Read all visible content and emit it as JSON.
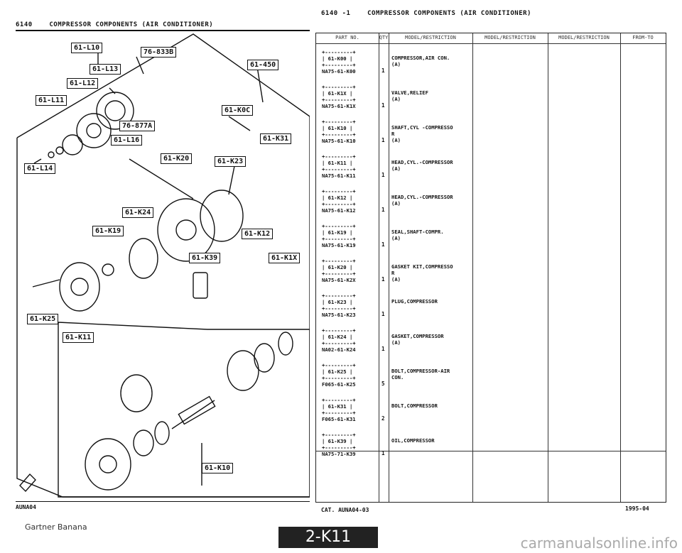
{
  "left_header": {
    "code": "6140",
    "title": "COMPRESSOR COMPONENTS (AIR CONDITIONER)"
  },
  "right_header": {
    "code": "6140 -1",
    "title": "COMPRESSOR COMPONENTS (AIR CONDITIONER)"
  },
  "table_headers": [
    "PART NO.",
    "QTY",
    "MODEL/RESTRICTION",
    "MODEL/RESTRICTION",
    "MODEL/RESTRICTION",
    "FROM-TO"
  ],
  "callouts": [
    "61-L10",
    "76-833B",
    "61-L13",
    "61-L12",
    "61-L11",
    "61-450",
    "76-877A",
    "61-L16",
    "61-K0C",
    "61-L14",
    "61-K31",
    "61-K20",
    "61-K23",
    "61-K24",
    "61-K19",
    "61-K12",
    "61-K39",
    "61-K1X",
    "61-K25",
    "61-K11",
    "61-K10"
  ],
  "parts": [
    {
      "box": "61-K00",
      "pn": "NA75-61-K00",
      "qty": "1",
      "desc": "COMPRESSOR,AIR CON.\n(A)"
    },
    {
      "box": "61-K1X",
      "pn": "NA75-61-K1X",
      "qty": "1",
      "desc": "VALVE,RELIEF\n(A)"
    },
    {
      "box": "61-K10",
      "pn": "NA75-61-K10",
      "qty": "1",
      "desc": "SHAFT,CYL -COMPRESSO\nR\n(A)"
    },
    {
      "box": "61-K11",
      "pn": "NA75-61-K11",
      "qty": "1",
      "desc": "HEAD,CYL.-COMPRESSOR\n(A)"
    },
    {
      "box": "61-K12",
      "pn": "NA75-61-K12",
      "qty": "1",
      "desc": "HEAD,CYL.-COMPRESSOR\n(A)"
    },
    {
      "box": "61-K19",
      "pn": "NA75-61-K19",
      "qty": "1",
      "desc": "SEAL,SHAFT-COMPR.\n(A)"
    },
    {
      "box": "61-K20",
      "pn": "NA75-61-K2X",
      "qty": "1",
      "desc": "GASKET KIT,COMPRESSO\nR\n(A)"
    },
    {
      "box": "61-K23",
      "pn": "NA75-61-K23",
      "qty": "1",
      "desc": "PLUG,COMPRESSOR"
    },
    {
      "box": "61-K24",
      "pn": "NA02-61-K24",
      "qty": "1",
      "desc": "GASKET,COMPRESSOR\n(A)"
    },
    {
      "box": "61-K25",
      "pn": "F065-61-K25",
      "qty": "5",
      "desc": "BOLT,COMPRESSOR-AIR\nCON."
    },
    {
      "box": "61-K31",
      "pn": "F065-61-K31",
      "qty": "2",
      "desc": "BOLT,COMPRESSOR"
    },
    {
      "box": "61-K39",
      "pn": "NA75-71-K39",
      "qty": "1",
      "desc": "OIL,COMPRESSOR"
    }
  ],
  "footer": {
    "left": "AUNA04",
    "cat": "CAT. AUNA04-03",
    "date": "1995-04",
    "tagline": "Gartner Banana",
    "page": "2-K11",
    "watermark": "carmanualsonline.info"
  }
}
